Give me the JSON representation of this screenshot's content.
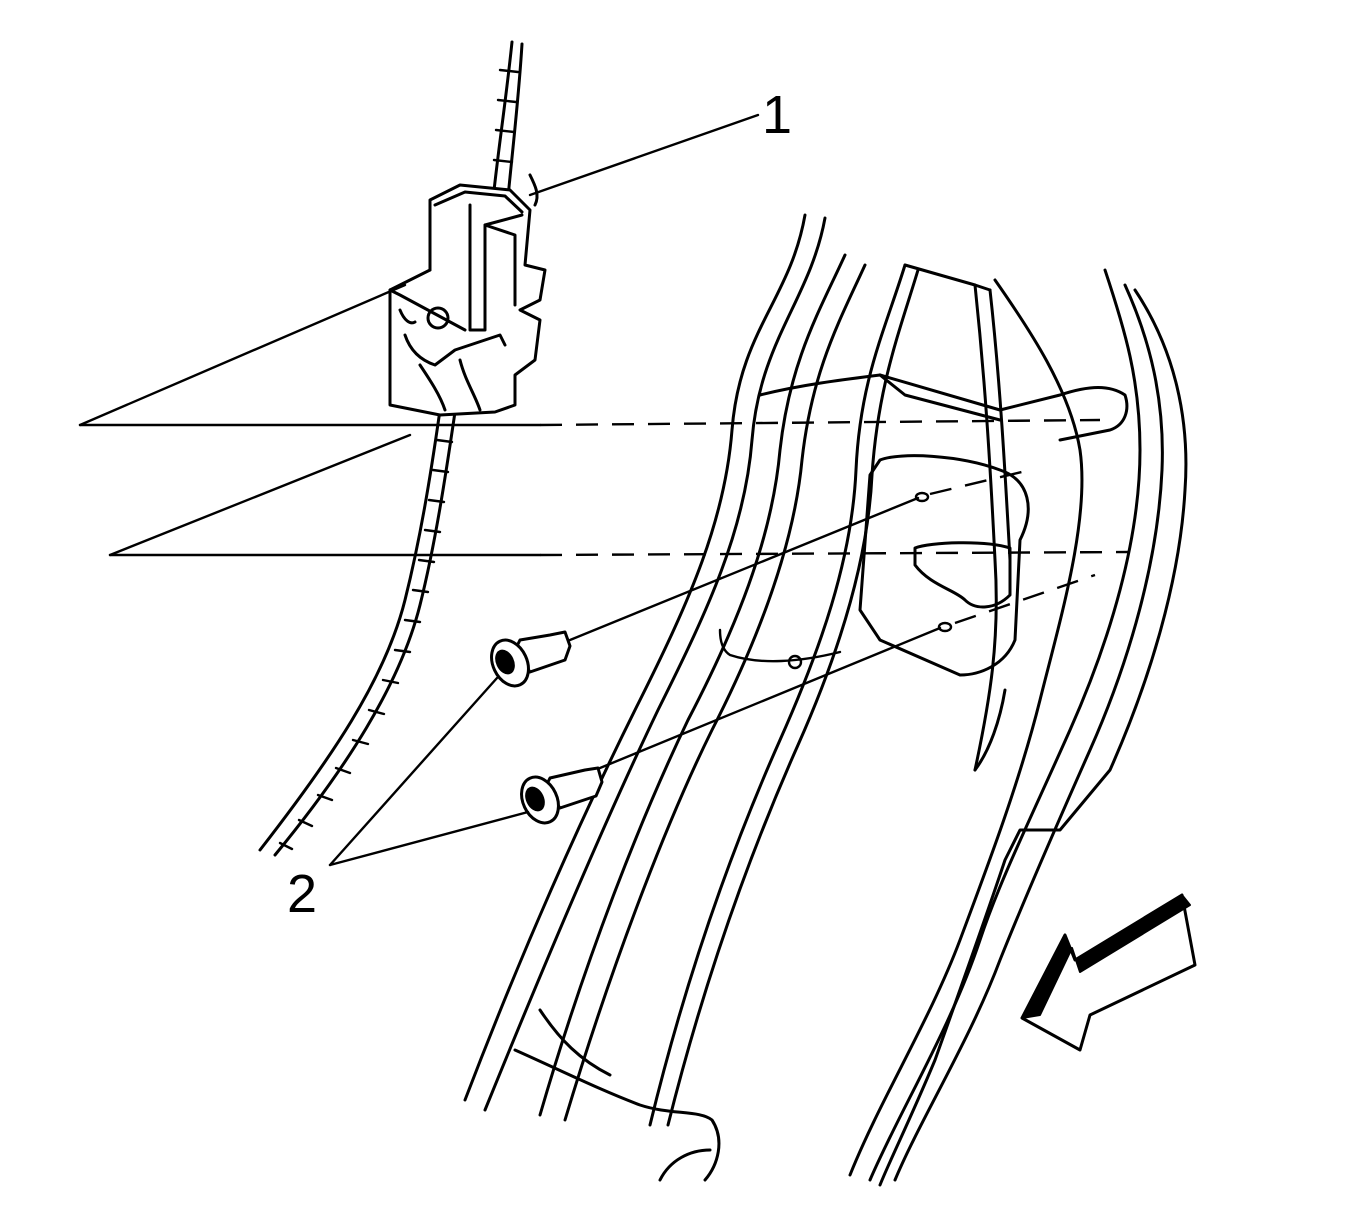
{
  "callouts": {
    "one": "1",
    "two": "2"
  },
  "parts": {
    "item_1": "bracket-with-cable",
    "item_2": "bolts"
  },
  "direction_arrow": "arrow-icon",
  "colors": {
    "line": "#000000",
    "background": "#ffffff"
  }
}
